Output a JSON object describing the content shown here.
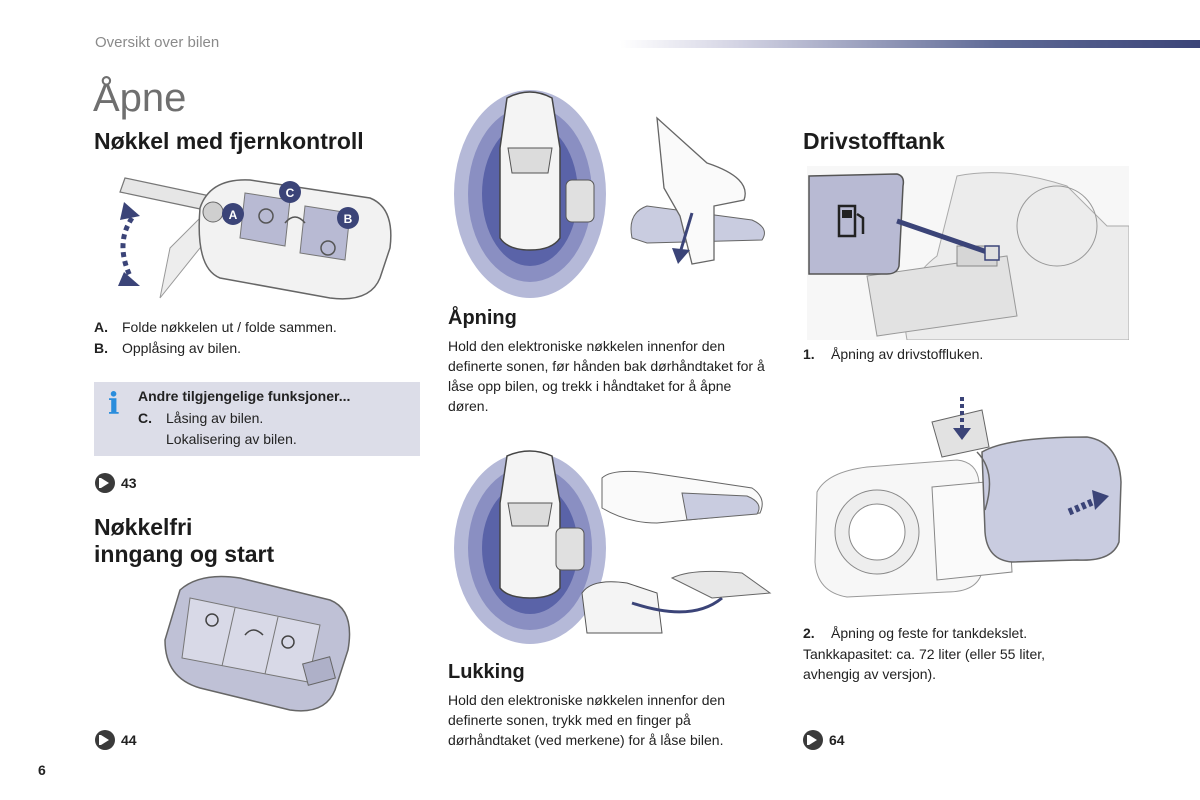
{
  "header": {
    "section": "Oversikt over bilen",
    "title": "Åpne"
  },
  "left": {
    "heading1": "Nøkkel med fjernkontroll",
    "items": [
      {
        "key": "A.",
        "text": "Folde nøkkelen ut / folde sammen."
      },
      {
        "key": "B.",
        "text": "Opplåsing av bilen."
      }
    ],
    "info": {
      "title": "Andre tilgjengelige funksjoner...",
      "key": "C.",
      "line1": "Låsing av bilen.",
      "line2": "Lokalisering av bilen."
    },
    "ref1": "43",
    "heading2_line1": "Nøkkelfri",
    "heading2_line2": "inngang og start",
    "ref2": "44",
    "labels": {
      "a": "A",
      "b": "B",
      "c": "C"
    }
  },
  "middle": {
    "opening_title": "Åpning",
    "opening_text": "Hold den elektroniske nøkkelen innenfor den definerte sonen, før hånden bak dørhåndtaket for å låse opp bilen, og trekk i håndtaket for å åpne døren.",
    "closing_title": "Lukking",
    "closing_text": "Hold den elektroniske nøkkelen innenfor den definerte sonen, trykk med en finger på dørhåndtaket (ved merkene) for å låse bilen."
  },
  "right": {
    "heading": "Drivstofftank",
    "item1_key": "1.",
    "item1_text": "Åpning av drivstoffluken.",
    "item2_key": "2.",
    "item2_text": "Åpning og feste for tankdekslet.",
    "item2_line2": "Tankkapasitet: ca. 72 liter (eller 55 liter, avhengig av versjon).",
    "ref": "64"
  },
  "page_number": "6",
  "colors": {
    "accent_blue": "#3b4478",
    "info_bg": "#dcdde8",
    "info_icon": "#2a8ddc",
    "zone_blue": "#5a63a8"
  }
}
